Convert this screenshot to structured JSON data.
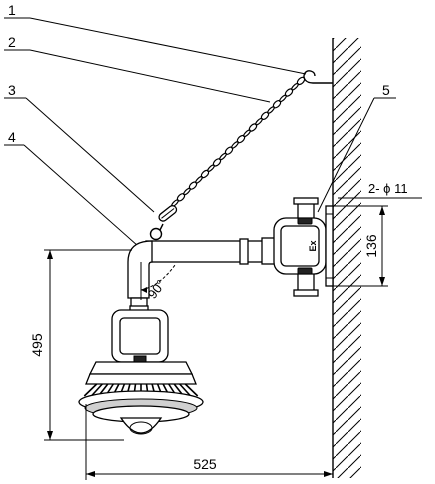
{
  "callouts": [
    {
      "id": "1",
      "label": "1"
    },
    {
      "id": "2",
      "label": "2"
    },
    {
      "id": "3",
      "label": "3"
    },
    {
      "id": "4",
      "label": "4"
    },
    {
      "id": "5",
      "label": "5"
    }
  ],
  "dimensions": {
    "hole_spec": "2- ϕ 11",
    "bracket_height": "136",
    "total_height": "495",
    "total_width": "525",
    "angle": "90°"
  },
  "marking": {
    "ex_mark": "Ex"
  }
}
